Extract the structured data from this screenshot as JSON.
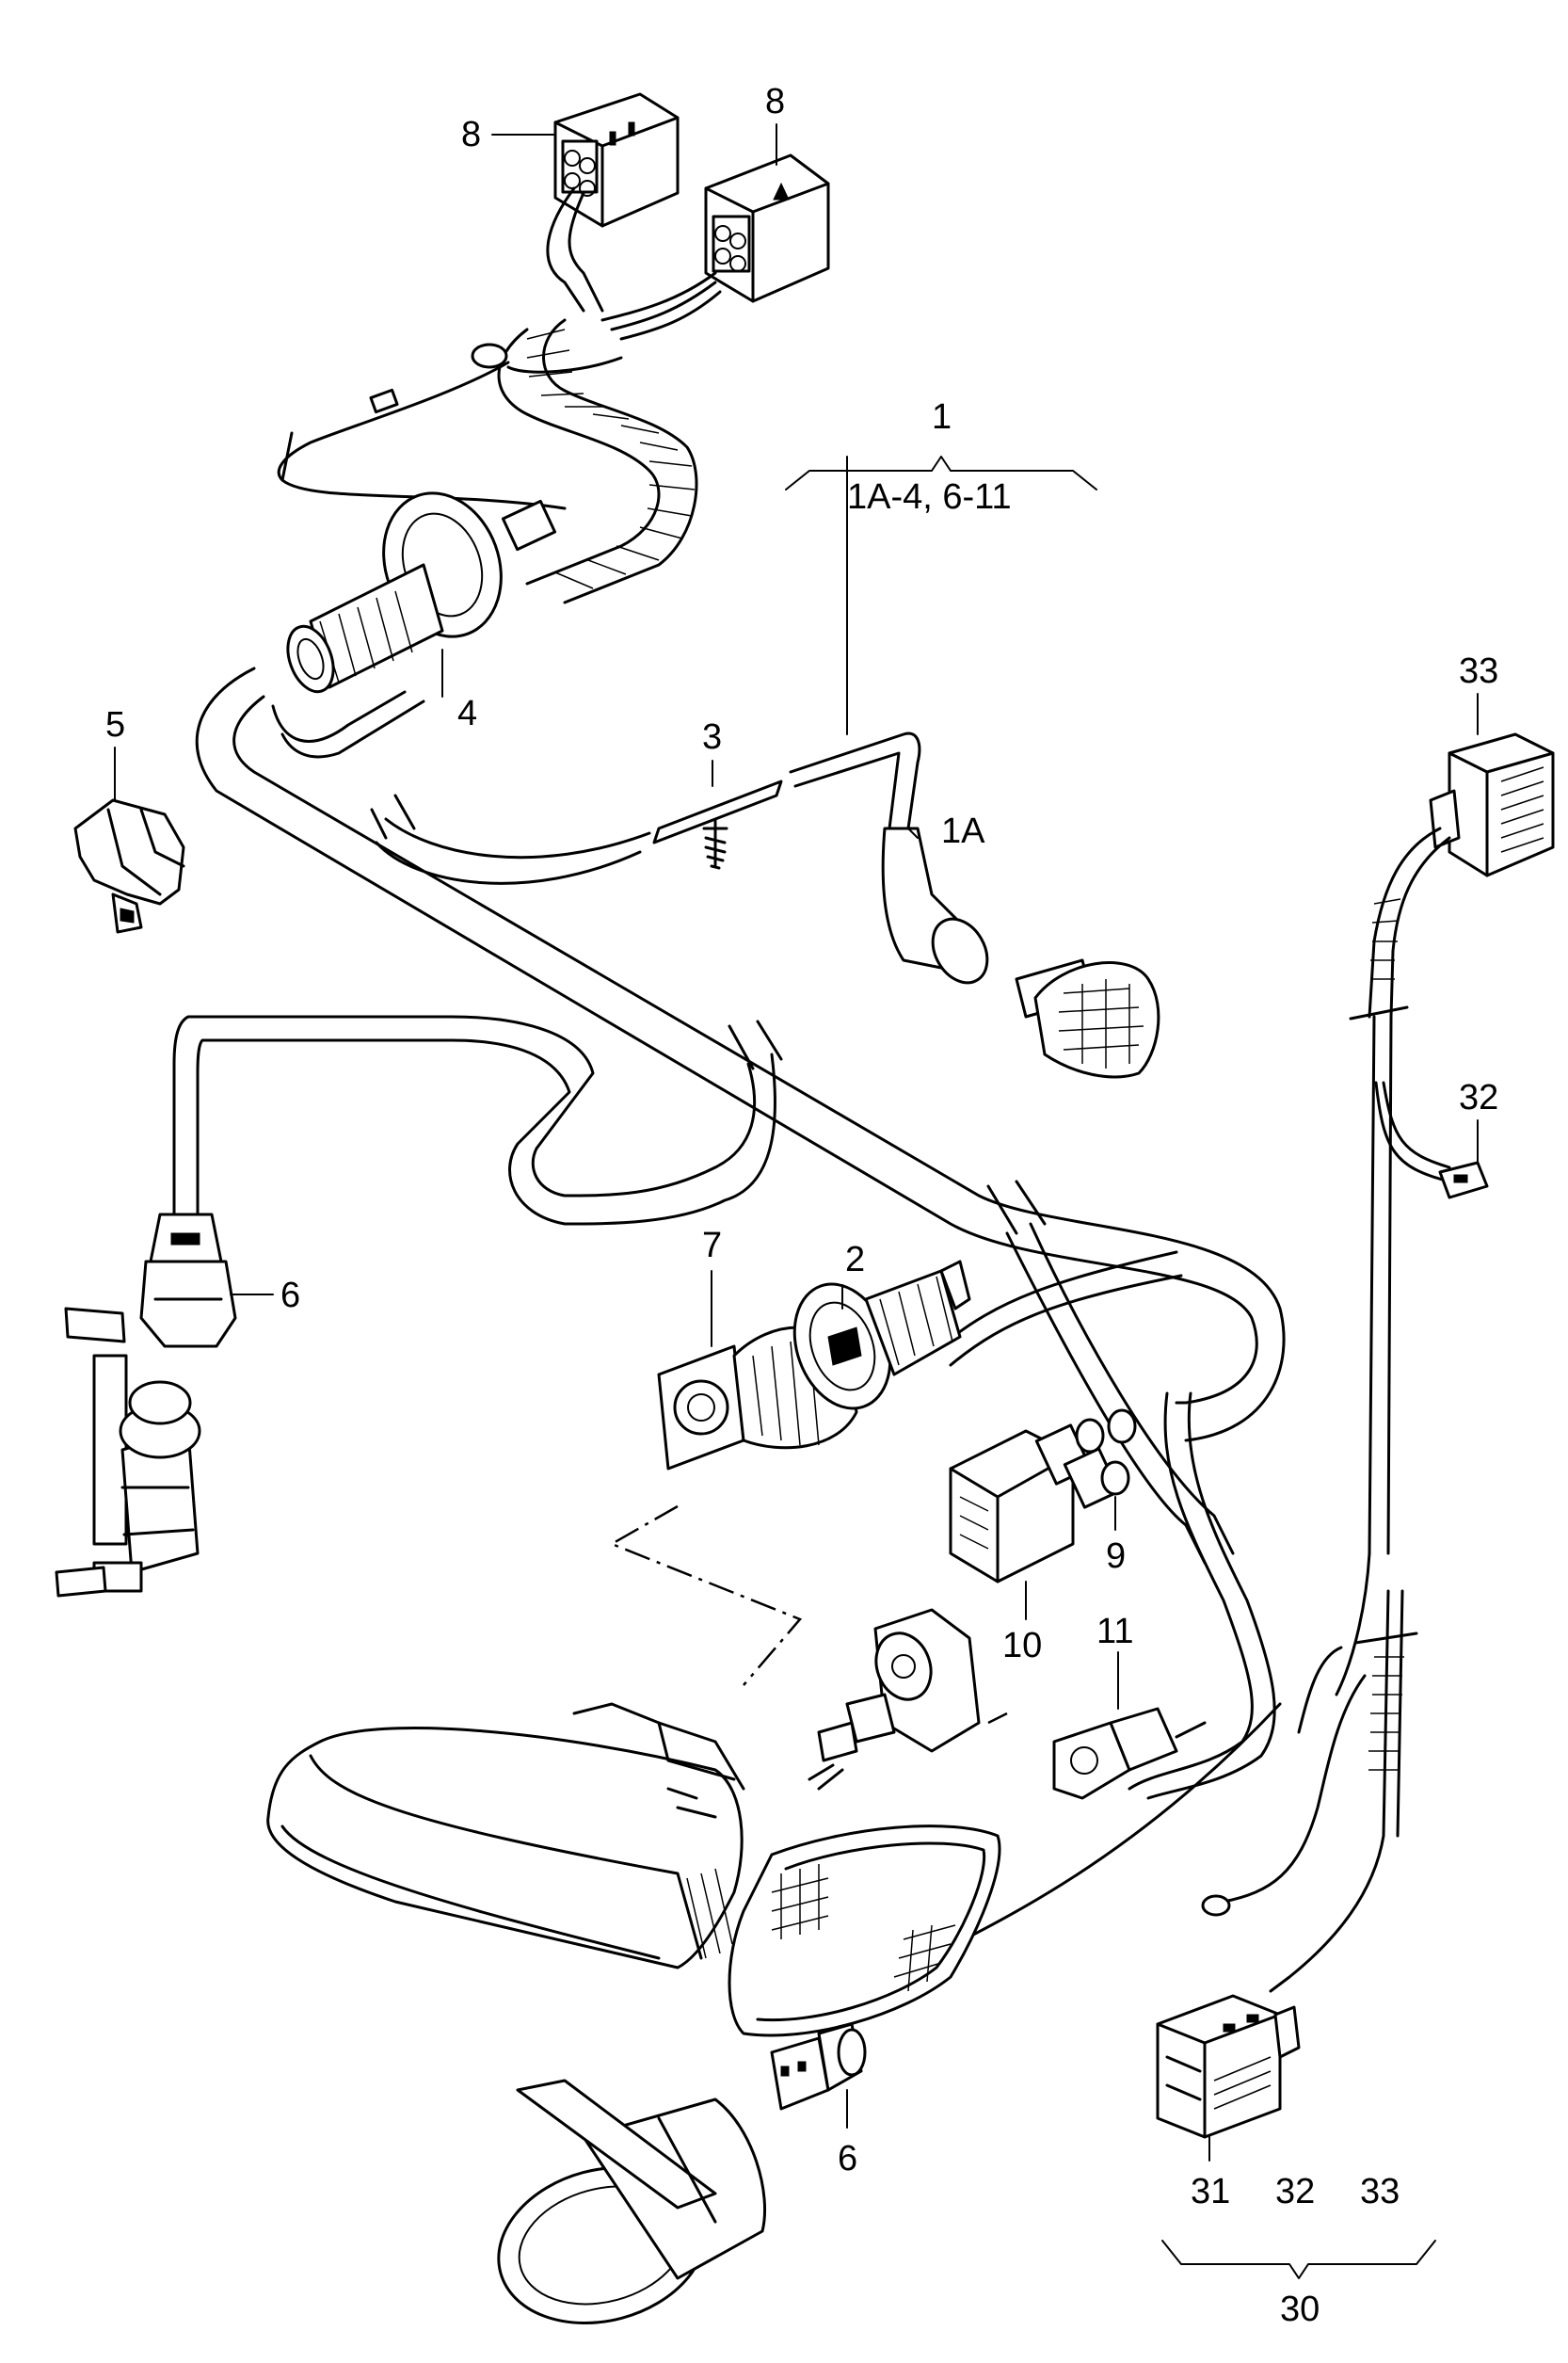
{
  "callouts": {
    "c1": "1",
    "c1_sub": "1A-4, 6-11",
    "c1a": "1A",
    "c2": "2",
    "c3": "3",
    "c4": "4",
    "c5": "5",
    "c6_top": "6",
    "c6_bottom": "6",
    "c7": "7",
    "c8_left": "8",
    "c8_right": "8",
    "c9": "9",
    "c10": "10",
    "c11": "11",
    "c30": "30",
    "c31": "31",
    "c32_group": "32",
    "c33_group": "33",
    "c32": "32",
    "c33": "33"
  }
}
